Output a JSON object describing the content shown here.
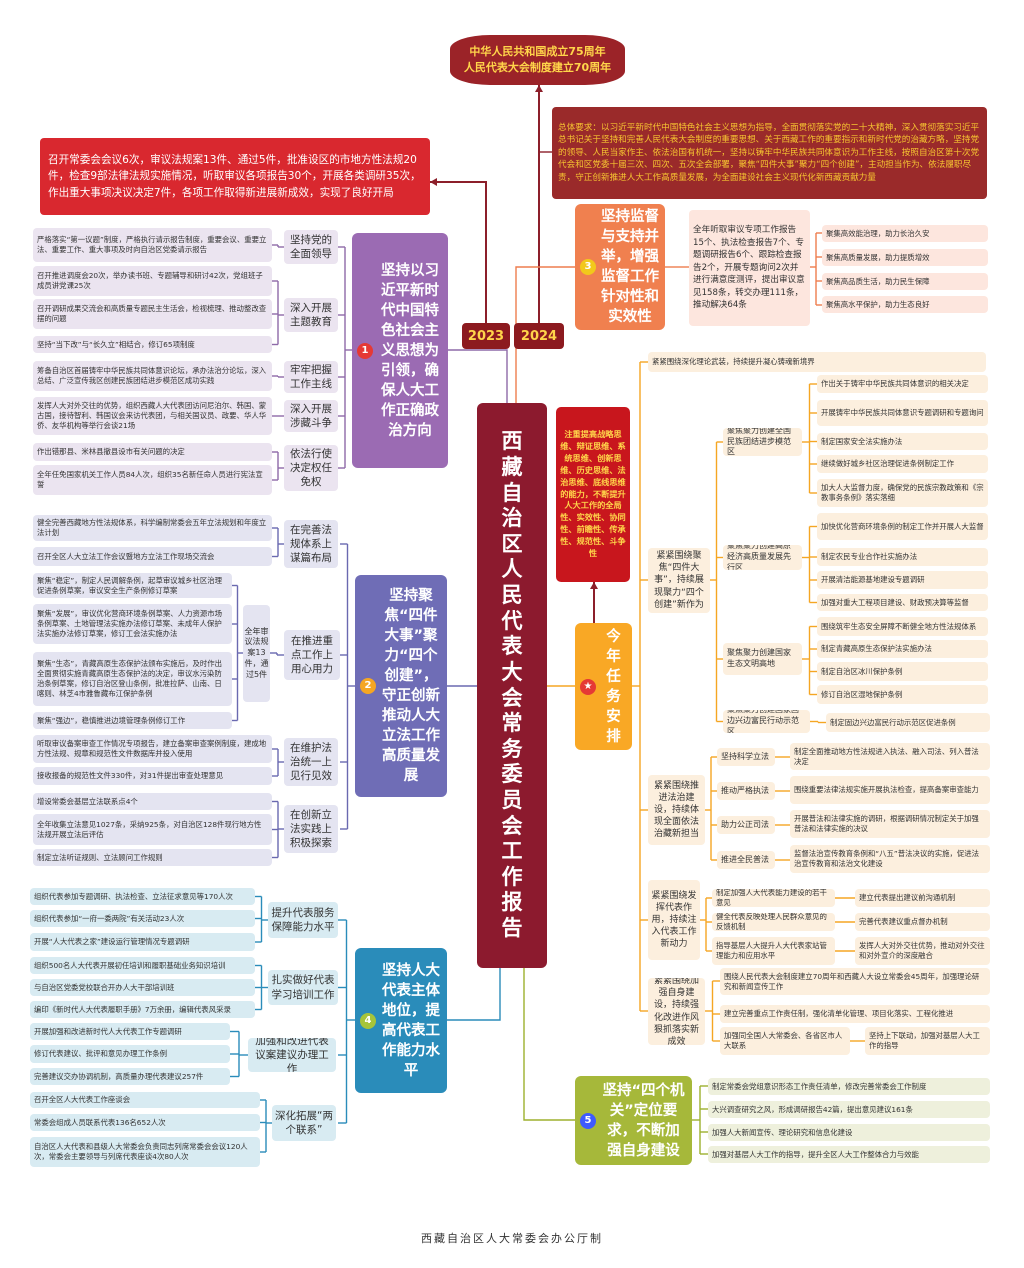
{
  "header": {
    "line1": "中华人民共和国成立75周年",
    "line2": "人民代表大会制度建立70周年"
  },
  "overall_requirement": "总体要求：以习近平新时代中国特色社会主义思想为指导，全面贯彻落实党的二十大精神，深入贯彻落实习近平总书记关于坚持和完善人民代表大会制度的重要思想、关于西藏工作的重要指示和新时代党的治藏方略，坚持党的领导、人民当家作主、依法治国有机统一，坚持以铸牢中华民族共同体意识为工作主线，按照自治区第十次党代会和区党委十届三次、四次、五次全会部署，聚焦“四件大事”聚力“四个创建”，主动担当作为、依法履职尽责，守正创新推进人大工作高质量发展，为全面建设社会主义现代化新西藏贡献力量",
  "summary_2023": "召开常委会会议6次，审议法规案13件、通过5件，批准设区的市地方性法规20件，检查9部法律法规实施情况，听取审议各项报告30个，开展各类调研35次，作出重大事项决议决定7件，各项工作取得新进展新成效，实现了良好开局",
  "years": [
    "2023",
    "2024"
  ],
  "center_title": "西藏自治区人民代表大会常务委员会工作报告",
  "colors": {
    "maroon": "#8c1a2e",
    "red": "#d9282f",
    "purple": "#9b6bb3",
    "indigo": "#6f6db6",
    "blue": "#2a8cba",
    "orange": "#f0804f",
    "amber": "#f9a825",
    "green": "#a6b83a"
  },
  "branch1": {
    "badge": "1",
    "title": "坚持以习近平新时代中国特色社会主义思想为引领，确保人大工作正确政治方向",
    "groups": [
      {
        "label": "坚持党的全面领导",
        "items": [
          "严格落实“第一议题”制度，严格执行请示报告制度，重要会议、重要立法、重要工作、重大事项及时向自治区党委请示报告"
        ]
      },
      {
        "label": "深入开展主题教育",
        "items": [
          "召开推进调度会20次，举办读书班、专题辅导和研讨42次，党组班子成员讲党课25次",
          "召开调研成果交流会和高质量专题民主生活会，检视梳理、推动整改查摆的问题",
          "坚持“当下改”与“长久立”相结合，修订65项制度"
        ]
      },
      {
        "label": "牢牢把握工作主线",
        "items": [
          "筹备自治区首届铸牢中华民族共同体意识论坛，承办法治分论坛，深入总结、广泛宣传我区创建民族团结进步模范区成功实践"
        ]
      },
      {
        "label": "深入开展涉藏斗争",
        "items": [
          "发挥人大对外交往的优势，组织西藏人大代表团访问尼泊尔、韩国、蒙古国，接待智利、韩国议会来访代表团，与相关国议员、政要、华人华侨、友华机构等举行会谈21场"
        ]
      },
      {
        "label": "依法行使决定权任免权",
        "items": [
          "作出错那县、米林县撤县设市有关问题的决定",
          "全年任免国家机关工作人员84人次，组织35名新任命人员进行宪法宣誓"
        ]
      }
    ]
  },
  "branch2": {
    "badge": "2",
    "title": "坚持聚焦“四件大事”聚力“四个创建”，守正创新推动人大立法工作高质量发展",
    "groups": [
      {
        "label": "在完善法规体系上谋篇布局",
        "items": [
          "健全完善西藏地方性法规体系，科学编制常委会五年立法规划和年度立法计划",
          "召开全区人大立法工作会议暨地方立法工作现场交流会"
        ]
      },
      {
        "label": "在推进重点工作上用心用力",
        "sub_label": "全年审议法规案13件，通过5件",
        "items": [
          "聚焦“稳定”，制定人民调解条例，起草审议城乡社区治理促进条例草案，审议安全生产条例修订草案",
          "聚焦“发展”，审议优化营商环境条例草案、人力资源市场条例草案、土地管理法实施办法修订草案、未成年人保护法实施办法修订草案，修订工会法实施办法",
          "聚焦“生态”，青藏高原生态保护法颁布实施后，及时作出全面贯彻实施青藏高原生态保护法的决定，审议水污染防治条例草案，修订自治区登山条例，批准拉萨、山南、日喀则、林芝4市雅鲁藏布江保护条例",
          "聚焦“强边”，稳慎推进边境管理条例修订工作"
        ]
      },
      {
        "label": "在维护法治统一上见行见效",
        "items": [
          "听取审议备案审查工作情况专项报告，建立备案审查案例制度，建成地方性法规、规章和规范性文件数据库并投入使用",
          "接收报备的规范性文件330件，对31件提出审查处理意见"
        ]
      },
      {
        "label": "在创新立法实践上积极探索",
        "items": [
          "增设常委会基层立法联系点4个",
          "全年收集立法意见1027条，采纳925条，对自治区128件现行地方性法规开展立法后评估",
          "制定立法听证规则、立法顾问工作规则"
        ]
      }
    ]
  },
  "branch3": {
    "badge": "3",
    "title": "坚持监督与支持并举，增强监督工作针对性和实效性",
    "summary": "全年听取审议专项工作报告15个、执法检查报告7个、专题调研报告6个、跟踪检查报告2个，开展专题询问2次并进行满意度测评，提出审议意见158条，转交办理111条，推动解决64条",
    "items": [
      "聚集高效能治理，助力长治久安",
      "聚焦高质量发展，助力提质增效",
      "聚焦高品质生活，助力民生保障",
      "聚焦高水平保护，助力生态良好"
    ]
  },
  "branch4": {
    "badge": "4",
    "title": "坚持人大代表主体地位，提高代表工作能力水平",
    "groups": [
      {
        "label": "提升代表服务保障能力水平",
        "items": [
          "组织代表参加专题调研、执法检查、立法征求意见等170人次",
          "组织代表参加“一府一委两院”有关活动23人次",
          "开展“人大代表之家”建设运行管理情况专题调研"
        ]
      },
      {
        "label": "扎实做好代表学习培训工作",
        "items": [
          "组织500名人大代表开展初任培训和履职基础业务知识培训",
          "与自治区党委党校联合开办人大干部培训班",
          "编印《新时代人大代表履职手册》7万余册，编辑代表风采录"
        ]
      },
      {
        "label": "加强和改进代表议案建议办理工作",
        "items": [
          "开展加强和改进新时代人大代表工作专题调研",
          "修订代表建议、批评和意见办理工作条例",
          "完善建议交办协调机制，高质量办理代表建议257件"
        ]
      },
      {
        "label": "深化拓展“两个联系”",
        "items": [
          "召开全区人大代表工作座谈会",
          "常委会组成人员联系代表136名652人次",
          "自治区人大代表和县级人大常委会负责同志列席常委会会议120人次，常委会主要领导与列席代表座谈4次80人次"
        ]
      }
    ]
  },
  "branch5": {
    "badge": "5",
    "title": "坚持“四个机关”定位要求，不断加强自身建设",
    "items": [
      "制定常委会党组意识形态工作责任清单，修改完善常委会工作制度",
      "大兴调查研究之风，形成调研报告42篇，提出意见建议161条",
      "加强人大新闻宣传、理论研究和信息化建设",
      "加强对基层人大工作的指导，提升全区人大工作整体合力与效能"
    ]
  },
  "tasks": {
    "badge": "★",
    "title": "今年任务安排",
    "thinking": "注重提高战略思维、辩证思维、系统思维、创新思维、历史思维、法治思维、底线思维的能力，不断提升人大工作的全局性、实效性、协同性、前瞻性、传承性、规范性、斗争性",
    "theory": "紧紧围绕深化理论武装，持续提升凝心铸魂新境界",
    "groupA": {
      "label": "紧紧围绕聚焦“四件大事”，持续展现聚力“四个创建”新作为",
      "subs": [
        {
          "label": "聚焦聚力创建全国民族团结进步模范区",
          "items": [
            "作出关于铸牢中华民族共同体意识的相关决定",
            "开展铸牢中华民族共同体意识专题调研和专题询问",
            "制定国家安全法实施办法",
            "继续做好城乡社区治理促进条例制定工作",
            "加大人大监督力度，确保党的民族宗教政策和《宗教事务条例》落实落细"
          ]
        },
        {
          "label": "聚焦聚力创建高原经济高质量发展先行区",
          "items": [
            "加快优化营商环境条例的制定工作并开展人大监督",
            "制定农民专业合作社实施办法",
            "开展清洁能源基地建设专题调研",
            "加强对重大工程项目建设、财政预决算等监督"
          ]
        },
        {
          "label": "聚焦聚力创建国家生态文明高地",
          "items": [
            "围绕筑牢生态安全屏障不断健全地方性法规体系",
            "制定青藏高原生态保护法实施办法",
            "制定自治区冰川保护条例",
            "修订自治区湿地保护条例"
          ]
        },
        {
          "label": "聚焦聚力创建国家固边兴边富民行动示范区",
          "items": [
            "制定固边兴边富民行动示范区促进条例"
          ]
        }
      ]
    },
    "groupB": {
      "label": "紧紧围绕推进法治建设，持续体现全面依法治藏新担当",
      "subs": [
        {
          "label": "坚持科学立法",
          "item": "制定全面推动地方性法规进入执法、融入司法、列入普法决定"
        },
        {
          "label": "推动严格执法",
          "item": "围绕重要法律法规实施开展执法检查，提高备案审查能力"
        },
        {
          "label": "助力公正司法",
          "item": "开展普法和法律实施的调研，根据调研情况制定关于加强普法和法律实施的决议"
        },
        {
          "label": "推进全民普法",
          "item": "监督法治宣传教育条例和“八五”普法决议的实施，促进法治宣传教育和法治文化建设"
        }
      ]
    },
    "groupC": {
      "label": "紧紧围绕发挥代表作用，持续注入代表工作新动力",
      "subs": [
        {
          "label": "制定加强人大代表能力建设的若干意见",
          "item": "建立代表提出建议前沟通机制"
        },
        {
          "label": "健全代表反映处理人民群众意见的反馈机制",
          "item": "完善代表建议重点督办机制"
        },
        {
          "label": "指导基层人大提升人大代表家站管理能力和应用水平",
          "item": "发挥人大对外交往优势，推动对外交往和对外宣介的深度融合"
        }
      ]
    },
    "groupD": {
      "label": "紧紧围绕加强自身建设，持续强化改进作风狠抓落实新成效",
      "items": [
        "围绕人民代表大会制度建立70周年和西藏人大设立常委会45周年，加强理论研究和新闻宣传工作",
        "建立完善重点工作责任制，强化清单化管理、项目化落实、工程化推进",
        "加强同全国人大常委会、各省区市人大联系"
      ],
      "followup": "坚持上下联动，加强对基层人大工作的指导"
    }
  },
  "footer": "西藏自治区人大常委会办公厅制"
}
